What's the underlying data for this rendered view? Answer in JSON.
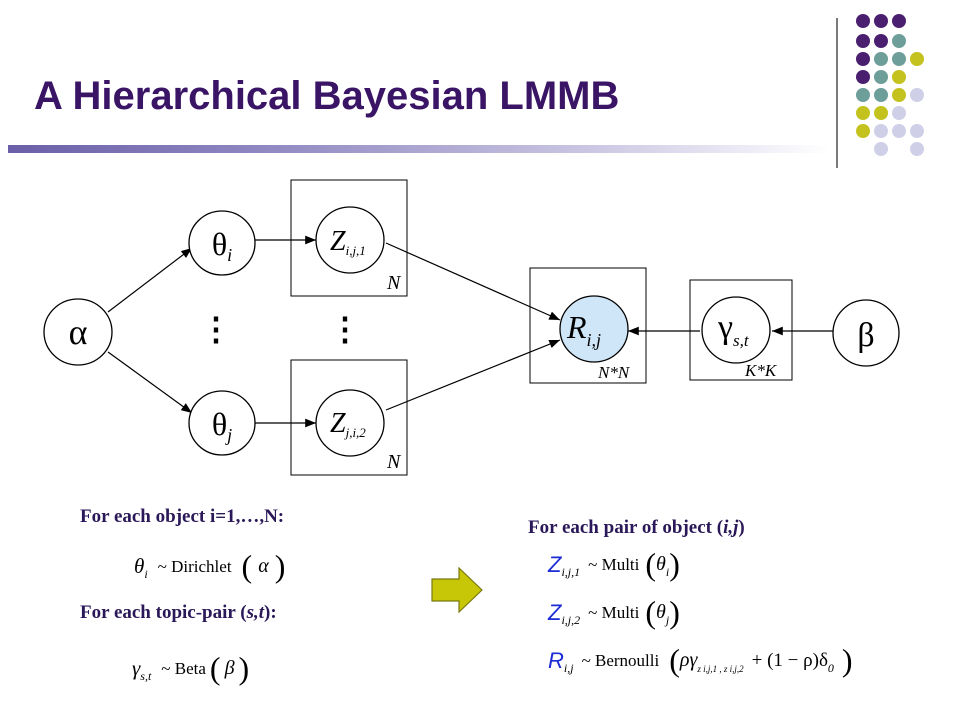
{
  "slide": {
    "title": "A Hierarchical Bayesian LMMB",
    "colors": {
      "title": "#3a1465",
      "dot_purple": "#4b1f6f",
      "dot_teal": "#6e9e9a",
      "dot_olive": "#c4c21e",
      "dot_lavender": "#cfd0e8",
      "observed_node": "#cfe6f8",
      "formula_variable": "#1b2bd6",
      "arrow_fill": "#c7c707"
    }
  },
  "diagram": {
    "alpha": "α",
    "beta": "β",
    "theta_i": {
      "symbol": "θ",
      "sub": "i"
    },
    "theta_j": {
      "symbol": "θ",
      "sub": "j"
    },
    "z1": {
      "symbol": "Z",
      "sub": "i,j,1"
    },
    "z2": {
      "symbol": "Z",
      "sub": "j,i,2"
    },
    "r": {
      "symbol": "R",
      "sub": "i,j"
    },
    "gamma": {
      "symbol": "γ",
      "sub": "s,t"
    },
    "plate_z1": "N",
    "plate_z2": "N",
    "plate_r": "N*N",
    "plate_gamma": "K*K",
    "ellipsis": "⋮"
  },
  "text": {
    "each_object": "For each object i=1,…,N:",
    "each_topic_pair_prefix": "For each topic-pair (",
    "each_topic_pair_vars": "s,t",
    "each_topic_pair_suffix": "):",
    "each_pair_prefix": "For each pair of  object (",
    "each_pair_vars": "i,j",
    "each_pair_suffix": ")"
  },
  "formulas": {
    "dirichlet": {
      "var": "θ",
      "sub": "i",
      "rel": "~ Dirichlet",
      "arg": "α"
    },
    "beta": {
      "var": "γ",
      "sub": "s,t",
      "rel": "~ Beta",
      "arg": "β"
    },
    "multi1": {
      "var": "Z",
      "sub": "i,j,1",
      "rel": "~ Multi",
      "arg": "θ",
      "arg_sub": "i"
    },
    "multi2": {
      "var": "Z",
      "sub": "i,j,2",
      "rel": "~ Multi",
      "arg": "θ",
      "arg_sub": "j"
    },
    "bernoulli": {
      "var": "R",
      "sub": "i,j",
      "rel": "~ Bernoulli",
      "arg": "ργ",
      "arg_sub": "z i,j,1 , z i,j,2",
      "rest": "+ (1 − ρ)δ",
      "rest_sub": "0"
    }
  }
}
